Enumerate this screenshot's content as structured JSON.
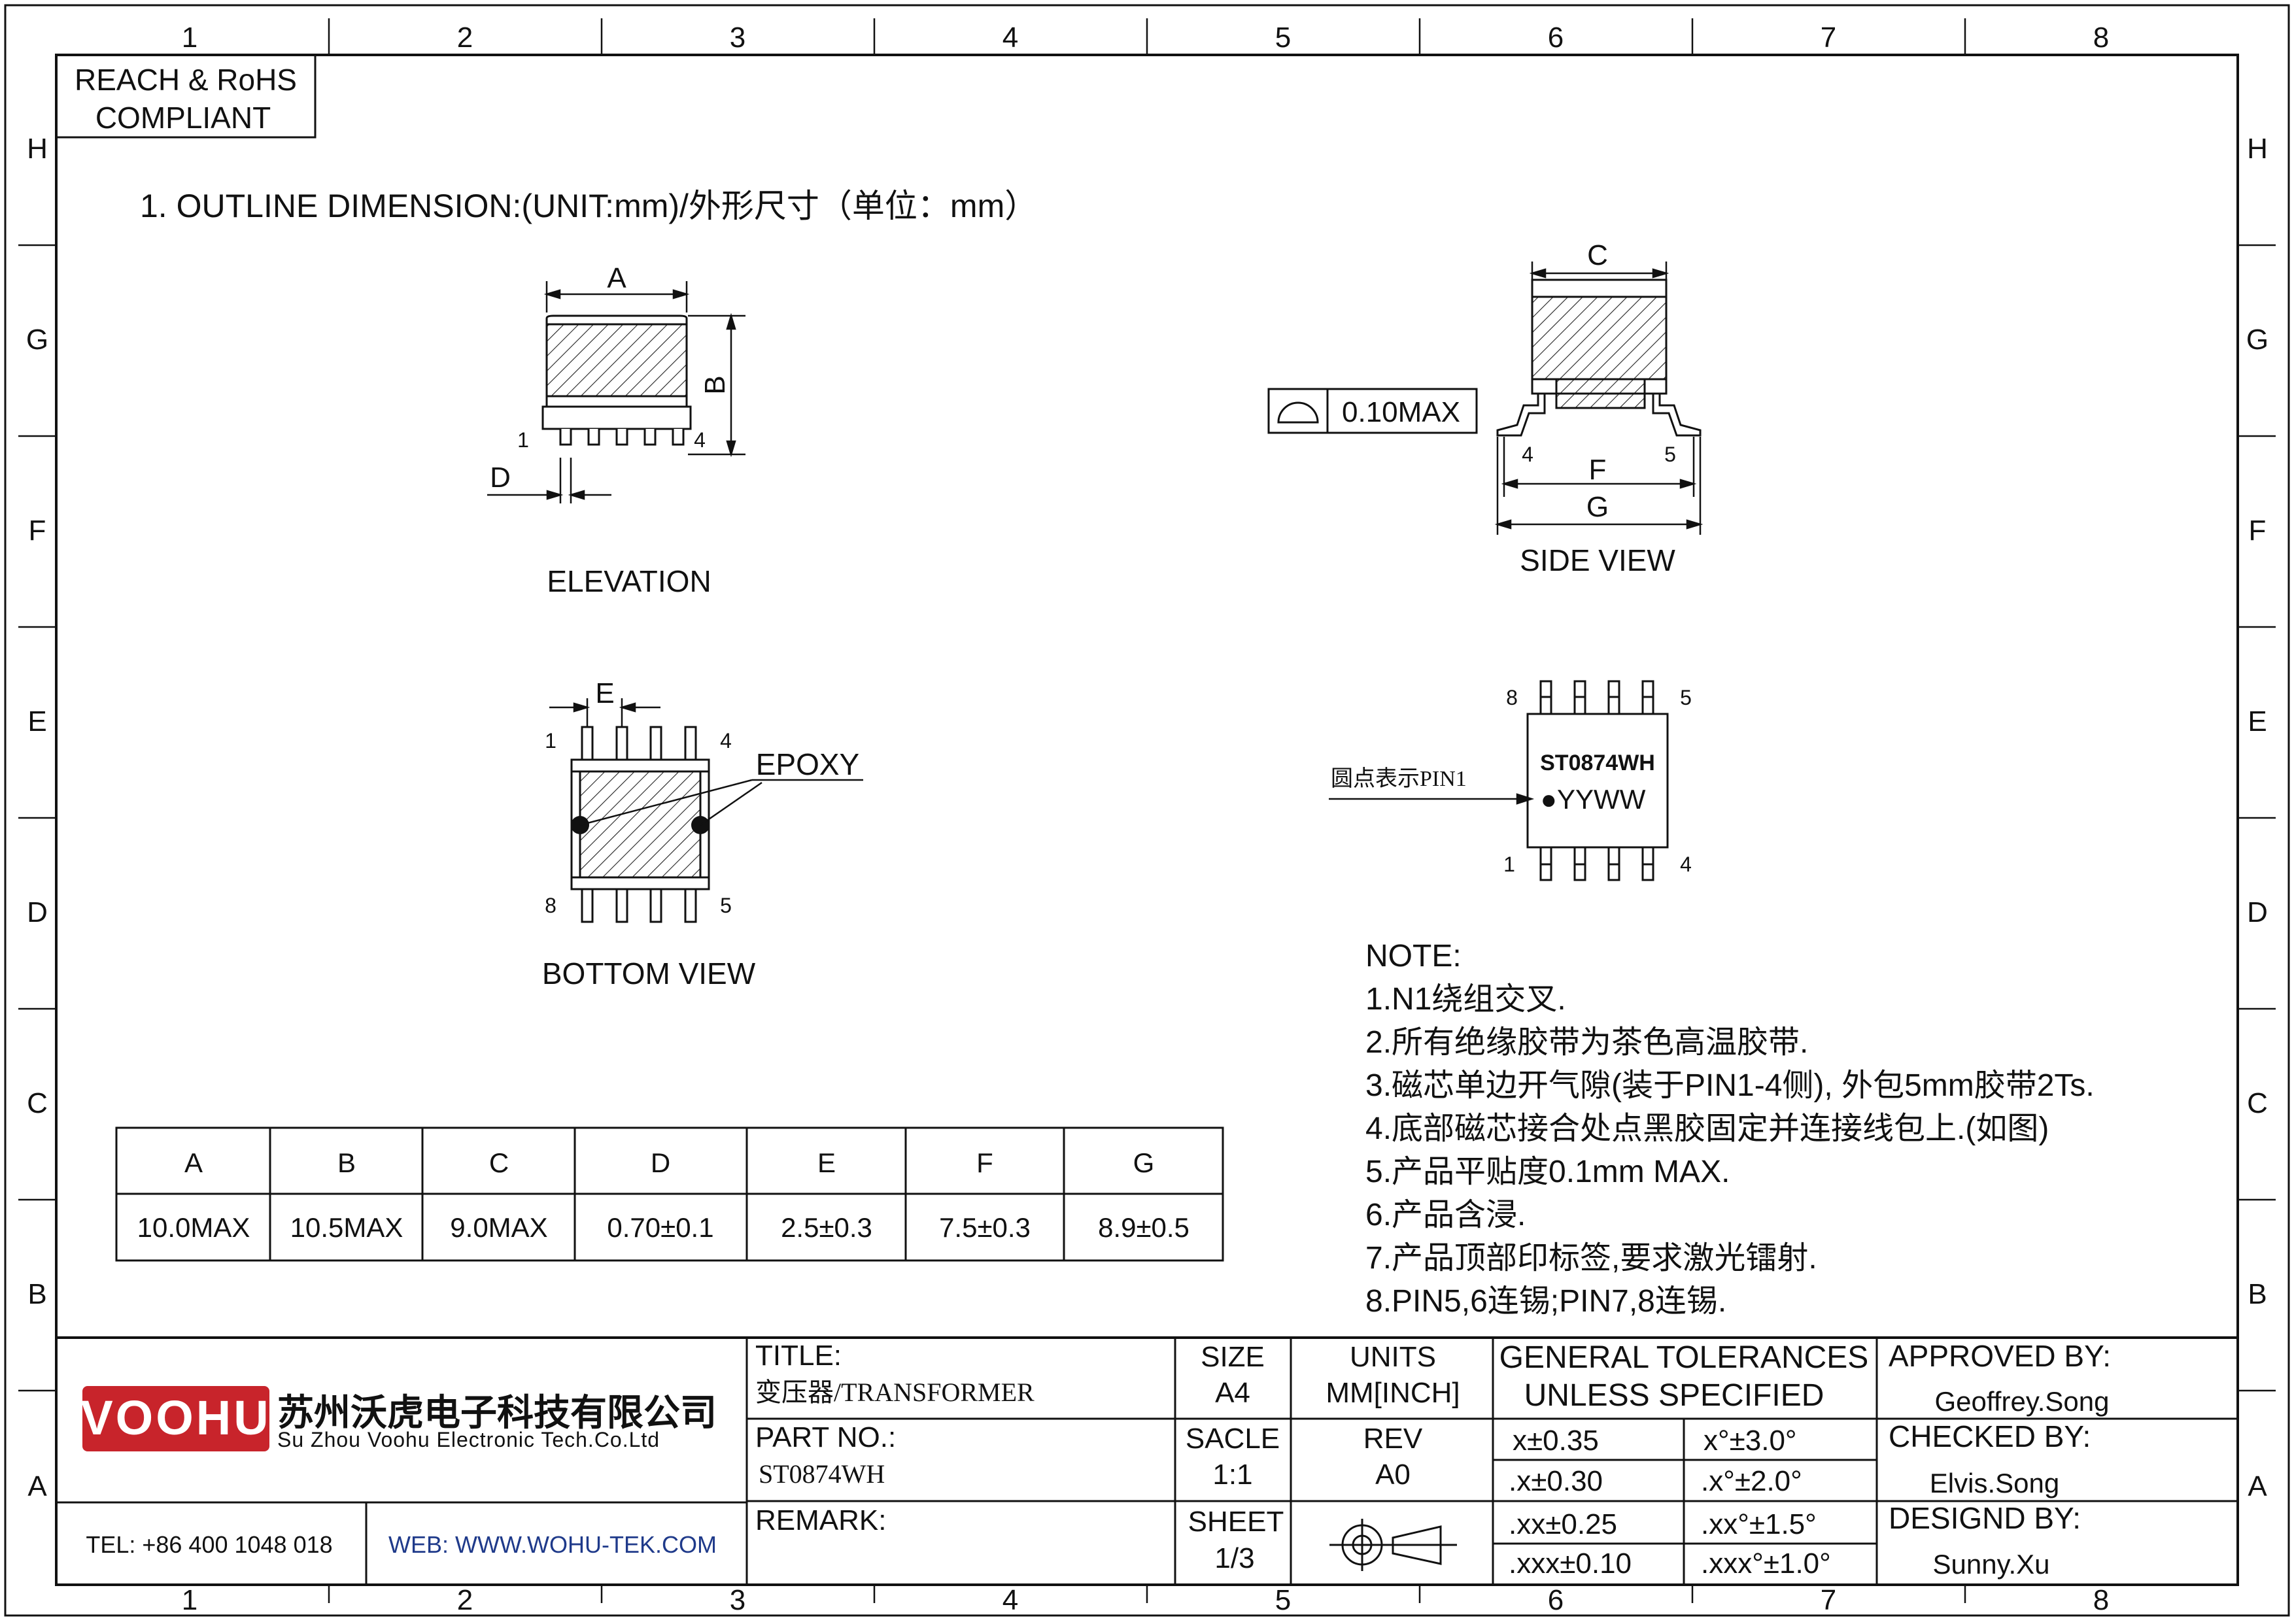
{
  "frame": {
    "columns": [
      "1",
      "2",
      "3",
      "4",
      "5",
      "6",
      "7",
      "8"
    ],
    "rows": [
      "H",
      "G",
      "F",
      "E",
      "D",
      "C",
      "B",
      "A"
    ]
  },
  "compliance": [
    "REACH & RoHS",
    "COMPLIANT"
  ],
  "section_title": "1. OUTLINE DIMENSION:(UNIT:mm)/外形尺寸（单位：mm）",
  "views": {
    "elevation": {
      "title": "ELEVATION",
      "dim_a": "A",
      "dim_b": "B",
      "dim_d": "D",
      "pin_left": "1",
      "pin_right": "4"
    },
    "side": {
      "title": "SIDE VIEW",
      "dim_c": "C",
      "dim_f": "F",
      "dim_g": "G",
      "pin_left": "4",
      "pin_right": "5",
      "flatness": "0.10MAX"
    },
    "bottom": {
      "title": "BOTTOM VIEW",
      "dim_e": "E",
      "epoxy": "EPOXY",
      "pin_tl": "1",
      "pin_tr": "4",
      "pin_bl": "8",
      "pin_br": "5"
    },
    "top": {
      "marking_line1": "ST0874WH",
      "marking_line2": "●YYWW",
      "pin1_note": "圆点表示PIN1",
      "pin_tl": "8",
      "pin_tr": "5",
      "pin_bl": "1",
      "pin_br": "4"
    }
  },
  "dimension_table": {
    "headers": [
      "A",
      "B",
      "C",
      "D",
      "E",
      "F",
      "G"
    ],
    "values": [
      "10.0MAX",
      "10.5MAX",
      "9.0MAX",
      "0.70±0.1",
      "2.5±0.3",
      "7.5±0.3",
      "8.9±0.5"
    ]
  },
  "notes": {
    "title": "NOTE:",
    "items": [
      "1.N1绕组交叉.",
      "2.所有绝缘胶带为茶色高温胶带.",
      "3.磁芯单边开气隙(装于PIN1-4侧), 外包5mm胶带2Ts.",
      "4.底部磁芯接合处点黑胶固定并连接线包上.(如图)",
      "5.产品平贴度0.1mm MAX.",
      "6.产品含浸.",
      "7.产品顶部印标签,要求激光镭射.",
      "8.PIN5,6连锡;PIN7,8连锡."
    ]
  },
  "title_block": {
    "logo_text": "VOOHU",
    "company_cn": "苏州沃虎电子科技有限公司",
    "company_en": "Su Zhou Voohu Electronic Tech.Co.Ltd",
    "tel": "TEL: +86 400 1048 018",
    "web": "WEB: WWW.WOHU-TEK.COM",
    "title_label": "TITLE:",
    "title_value": "变压器/TRANSFORMER",
    "part_label": "PART NO.:",
    "part_value": "ST0874WH",
    "remark_label": "REMARK:",
    "size_label": "SIZE",
    "size_value": "A4",
    "units_label": "UNITS",
    "units_value": "MM[INCH]",
    "scale_label": "SACLE",
    "scale_value": "1:1",
    "rev_label": "REV",
    "rev_value": "A0",
    "sheet_label": "SHEET",
    "sheet_value": "1/3",
    "tol_title_1": "GENERAL TOLERANCES",
    "tol_title_2": "UNLESS SPECIFIED",
    "tolerances": [
      [
        "x±0.35",
        "x°±3.0°"
      ],
      [
        ".x±0.30",
        ".x°±2.0°"
      ],
      [
        ".xx±0.25",
        ".xx°±1.5°"
      ],
      [
        ".xxx±0.10",
        ".xxx°±1.0°"
      ]
    ],
    "approved_label": "APPROVED BY:",
    "approved_value": "Geoffrey.Song",
    "checked_label": "CHECKED BY:",
    "checked_value": "Elvis.Song",
    "designed_label": "DESIGND BY:",
    "designed_value": "Sunny.Xu"
  },
  "colors": {
    "logo_red": "#c8242b",
    "web_blue": "#1f3a8a",
    "line": "#111111"
  }
}
